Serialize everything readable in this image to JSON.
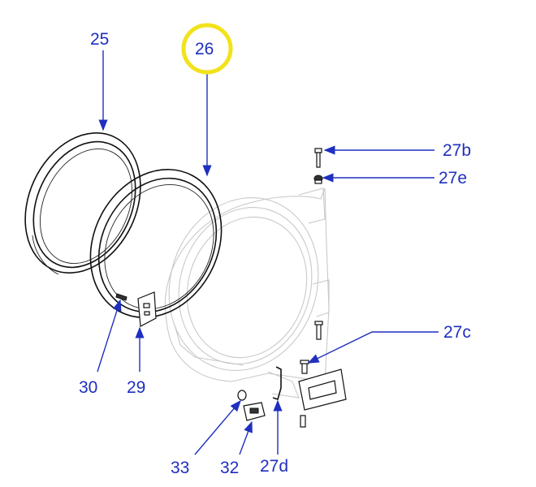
{
  "highlight_color": "#f2e21a",
  "callout_color": "#1f2fbf",
  "callouts": {
    "c25": "25",
    "c26": "26",
    "c27b": "27b",
    "c27e": "27e",
    "c27c": "27c",
    "c30": "30",
    "c29": "29",
    "c33": "33",
    "c32": "32",
    "c27d": "27d"
  },
  "highlighted_callout": "26"
}
